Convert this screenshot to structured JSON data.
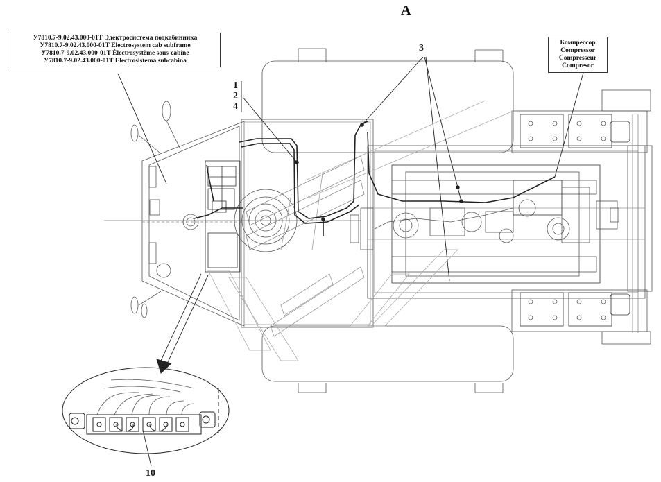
{
  "view_label": "A",
  "subframe_note": {
    "lines": [
      "У7810.7-9.02.43.000-01Т  Электросистема  подкабинника",
      "У7810.7-9.02.43.000-01Т  Electrosystem cab subframe",
      "У7810.7-9.02.43.000-01Т  Électrosystème sous-cabine",
      "У7810.7-9.02.43.000-01Т  Electrosistema subcabina"
    ]
  },
  "compressor_note": {
    "lines": [
      "Компрессор",
      "Compressor",
      "Compresseur",
      "Compresor"
    ]
  },
  "callouts": {
    "c1": "1",
    "c2": "2",
    "c4": "4",
    "c3": "3",
    "c10": "10"
  }
}
